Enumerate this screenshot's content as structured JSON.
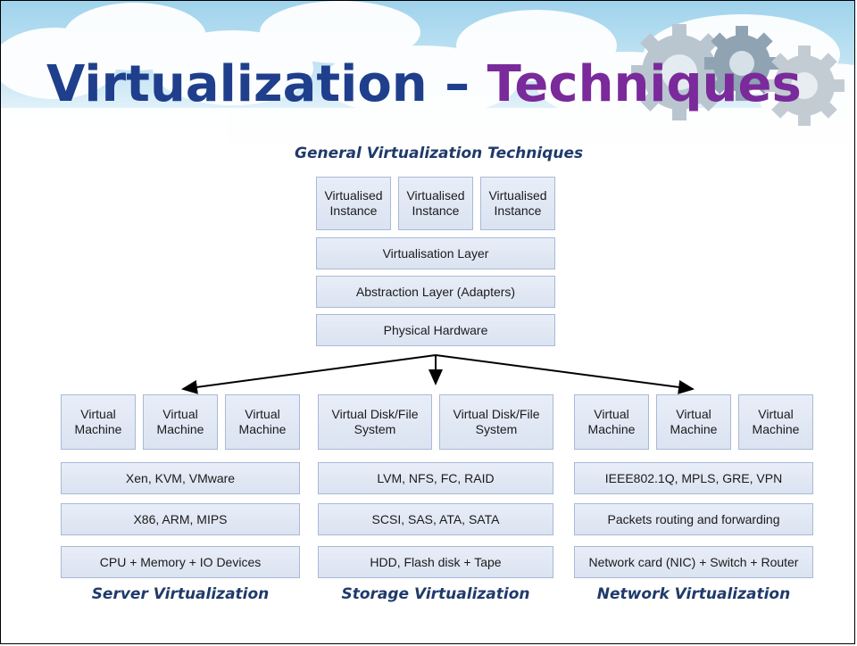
{
  "slide": {
    "title_part1": "Virtualization –",
    "title_part2": "Techniques"
  },
  "general": {
    "heading": "General Virtualization Techniques",
    "instances": [
      "Virtualised Instance",
      "Virtualised Instance",
      "Virtualised Instance"
    ],
    "layers": [
      "Virtualisation Layer",
      "Abstraction Layer (Adapters)",
      "Physical Hardware"
    ]
  },
  "server": {
    "heading": "Server Virtualization",
    "vms": [
      "Virtual Machine",
      "Virtual Machine",
      "Virtual Machine"
    ],
    "layers": [
      "Xen, KVM, VMware",
      "X86, ARM, MIPS",
      "CPU + Memory + IO Devices"
    ]
  },
  "storage": {
    "heading": "Storage Virtualization",
    "vms": [
      "Virtual Disk/File System",
      "Virtual Disk/File System"
    ],
    "layers": [
      "LVM, NFS, FC, RAID",
      "SCSI, SAS, ATA, SATA",
      "HDD, Flash disk + Tape"
    ]
  },
  "network": {
    "heading": "Network Virtualization",
    "vms": [
      "Virtual Machine",
      "Virtual Machine",
      "Virtual Machine"
    ],
    "layers": [
      "IEEE802.1Q, MPLS, GRE, VPN",
      "Packets routing and forwarding",
      "Network card (NIC) + Switch + Router"
    ]
  },
  "colors": {
    "title_blue": "#1f3f8c",
    "title_purple": "#7a2a9a",
    "box_fill": "#dbe3f1",
    "box_border": "#a9b9d6",
    "heading_color": "#1f3a6a"
  }
}
